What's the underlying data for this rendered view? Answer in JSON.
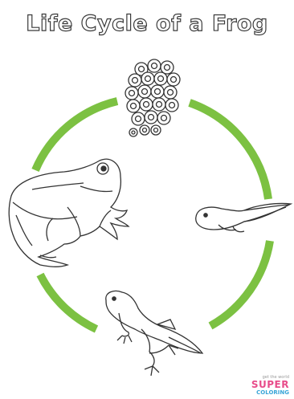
{
  "title": "Life Cycle of a Frog",
  "colors": {
    "cycle_arrow": "#7cc142",
    "outline": "#3a3a3a",
    "background": "#ffffff"
  },
  "stages": [
    "eggs",
    "tadpole",
    "froglet",
    "adult-frog"
  ],
  "watermark": {
    "top_text": "get the world",
    "brand_line1": "SUPER",
    "brand_line2": "COLORING"
  }
}
